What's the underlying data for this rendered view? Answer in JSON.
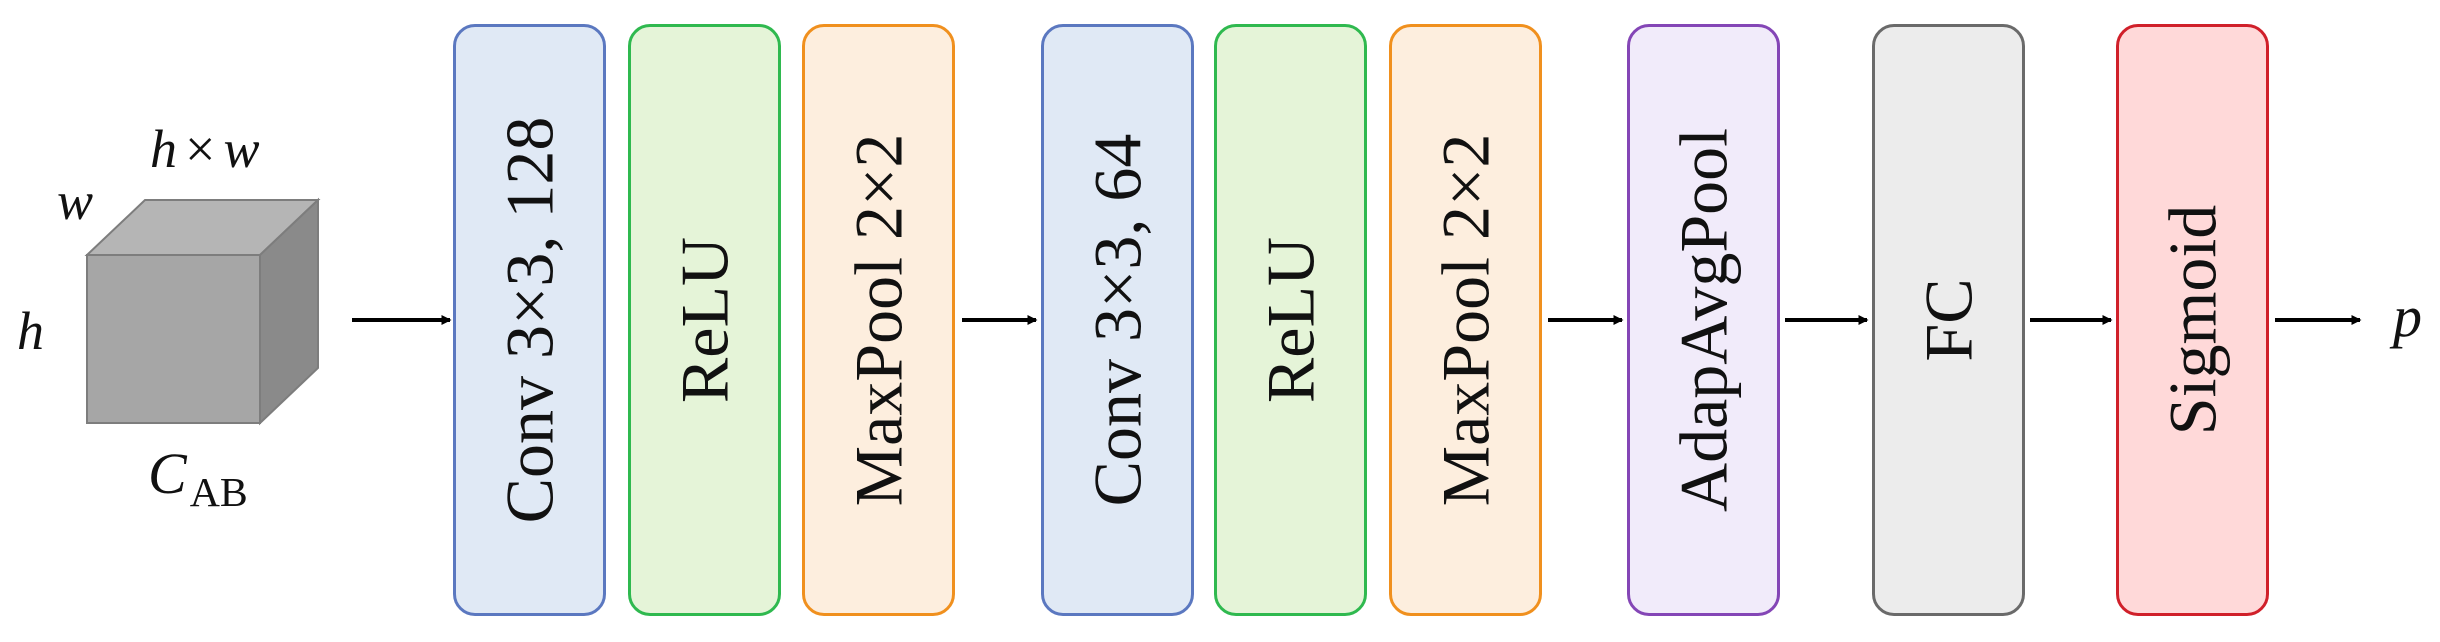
{
  "input": {
    "top_label_h": "h",
    "top_label_times": "×",
    "top_label_w": "w",
    "side_w": "w",
    "side_h": "h",
    "channel_symbol": "C",
    "channel_subscript": "AB"
  },
  "layers": [
    {
      "label": "Conv 3×3, 128",
      "kind": "conv"
    },
    {
      "label": "ReLU",
      "kind": "relu"
    },
    {
      "label": "MaxPool 2×2",
      "kind": "pool"
    },
    {
      "label": "Conv 3×3, 64",
      "kind": "conv"
    },
    {
      "label": "ReLU",
      "kind": "relu"
    },
    {
      "label": "MaxPool 2×2",
      "kind": "pool"
    },
    {
      "label": "AdapAvgPool",
      "kind": "adapt"
    },
    {
      "label": "FC",
      "kind": "fc"
    },
    {
      "label": "Sigmoid",
      "kind": "sigmoid"
    }
  ],
  "output": {
    "label": "p"
  },
  "colors": {
    "conv": {
      "fill": "#e0e9f5",
      "border": "#5b78c0"
    },
    "relu": {
      "fill": "#e5f4d8",
      "border": "#2fb94f"
    },
    "pool": {
      "fill": "#fdeede",
      "border": "#f0901e"
    },
    "adapt": {
      "fill": "#f1ebfa",
      "border": "#8446b6"
    },
    "fc": {
      "fill": "#ececec",
      "border": "#6a6a6a"
    },
    "sigmoid": {
      "fill": "#ffd9d9",
      "border": "#d0202a"
    },
    "arrow": "#000000",
    "cube_front": "#a6a6a6",
    "cube_top": "#b5b5b5",
    "cube_side": "#8a8a8a",
    "cube_edge": "#7d7d7d"
  }
}
